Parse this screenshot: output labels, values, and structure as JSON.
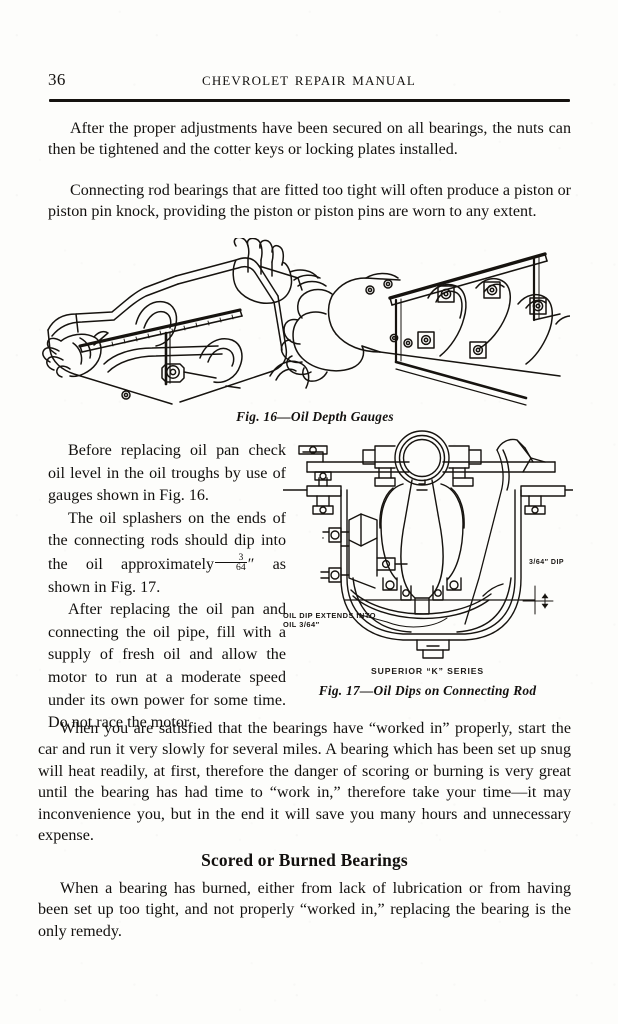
{
  "page": {
    "folio": "36",
    "running_title": "Chevrolet Repair Manual",
    "background_color": "#fdfdfb",
    "ink_color": "#12100e"
  },
  "body": {
    "para_intro": "After the proper adjustments have been secured on all bearings, the nuts can then be tightened and the cotter keys or locking plates installed.",
    "para_connecting": "Connecting rod bearings that are fitted too tight will often produce a piston or piston pin knock, providing the piston or piston pins are worn to any extent.",
    "col_left_1": "Before replacing oil pan check oil level in the oil troughs by use of gauges shown in Fig. 16.",
    "col_left_2_a": "The oil splashers on the ends of the connecting rods should dip into the oil approximately",
    "col_left_2_fraction_numerator": "3",
    "col_left_2_fraction_denominator": "64",
    "col_left_2_b": "″ as shown in Fig. 17.",
    "col_left_3": "After replacing the oil pan and connecting the oil pipe, fill with a supply of fresh oil and allow the motor to run at a moderate speed under its own power for some time. Do not race the motor.",
    "para_workedin": "When you are satisfied that the bearings have “worked in” properly, start the car and run it very slowly for several miles. A bearing which has been set up snug will heat readily, at first, therefore the danger of scoring or burning is very great until the bearing has had time to “work in,” therefore take your time—it may inconvenience you, but in the end it will save you many hours and unnecessary expense.",
    "section_heading": "Scored or Burned Bearings",
    "para_scored": "When a bearing has burned, either from lack of lubrication or from having been set up too tight, and not properly “worked in,” replacing the bearing is the only remedy."
  },
  "figures": {
    "fig16": {
      "caption": "Fig. 16—Oil Depth Gauges",
      "description": "Two line drawings of hands using straight-edge oil depth gauges across an inverted crankcase oil pan."
    },
    "fig17": {
      "caption": "Fig. 17—Oil Dips on Connecting Rod",
      "sublabel": "SUPERIOR “K” SERIES",
      "callout_dip": "OIL DIP EXTENDS INTO OIL 3/64″",
      "callout_depth": "3/64″ DIP",
      "description": "Cross-section line drawing of a crankcase showing a connecting rod big-end bearing with oil dip extending into the oil trough."
    }
  }
}
